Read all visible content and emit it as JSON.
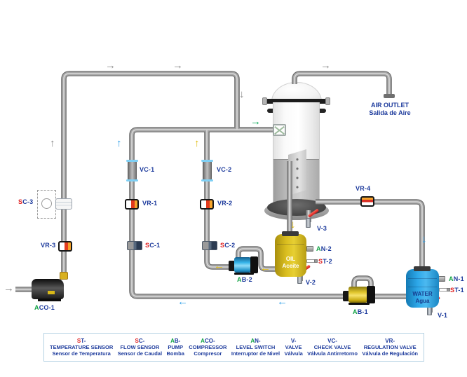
{
  "air_outlet": {
    "line1": "AIR OUTLET",
    "line2": "Salida de Aire"
  },
  "components": {
    "sc3": {
      "prefix": "S",
      "rest": "C-3"
    },
    "vr3": {
      "label": "VR-3"
    },
    "aco1": {
      "prefix": "A",
      "rest": "CO-1"
    },
    "vc1": {
      "label": "VC-1"
    },
    "vc2": {
      "label": "VC-2"
    },
    "vr1": {
      "label": "VR-1"
    },
    "vr2": {
      "label": "VR-2"
    },
    "sc1": {
      "prefix": "S",
      "rest": "C-1"
    },
    "sc2": {
      "prefix": "S",
      "rest": "C-2"
    },
    "vr4": {
      "label": "VR-4"
    },
    "v1": {
      "label": "V-1"
    },
    "v2": {
      "label": "V-2"
    },
    "v3": {
      "label": "V-3"
    },
    "an1": {
      "prefix": "A",
      "rest": "N-1"
    },
    "an2": {
      "prefix": "A",
      "rest": "N-2"
    },
    "st1": {
      "prefix": "S",
      "rest": "T-1"
    },
    "st2": {
      "prefix": "S",
      "rest": "T-2"
    },
    "ab1": {
      "prefix": "A",
      "rest": "B-1"
    },
    "ab2": {
      "prefix": "A",
      "rest": "B-2"
    }
  },
  "tanks": {
    "oil": {
      "name": "OIL",
      "name_es": "Aceite"
    },
    "water": {
      "name": "WATER",
      "name_es": "Agua"
    }
  },
  "legend": {
    "items": [
      {
        "code_prefix": "S",
        "code_rest": "T-",
        "en": "TEMPERATURE SENSOR",
        "es": "Sensor de Temperatura"
      },
      {
        "code_prefix": "S",
        "code_rest": "C-",
        "en": "FLOW SENSOR",
        "es": "Sensor de Caudal"
      },
      {
        "code_prefix": "A",
        "code_rest": "B-",
        "en": "PUMP",
        "es": "Bomba"
      },
      {
        "code_prefix": "A",
        "code_rest": "CO-",
        "en": "COMPRESSOR",
        "es": "Compresor"
      },
      {
        "code_prefix": "A",
        "code_rest": "N-",
        "en": "LEVEL SWITCH",
        "es": "Interruptor de Nivel"
      },
      {
        "code_prefix": "",
        "code_rest": "V-",
        "en": "VALVE",
        "es": "Válvula"
      },
      {
        "code_prefix": "",
        "code_rest": "VC-",
        "en": "CHECK VALVE",
        "es": "Válvula Antirretorno"
      },
      {
        "code_prefix": "",
        "code_rest": "VR-",
        "en": "REGULATION VALVE",
        "es": "Válvula de Regulación"
      }
    ]
  },
  "icons": {
    "arrow_right": "→",
    "arrow_left": "←",
    "arrow_up": "↑",
    "arrow_down": "↓"
  },
  "colors": {
    "label_navy": "#1c3a9c",
    "letter_red": "#e01f1f",
    "letter_green": "#12a344",
    "arrow_blue": "#2e9fe8",
    "arrow_yellow": "#dfbc10",
    "arrow_green": "#00a651",
    "arrow_gray": "#8a8a8a",
    "oil_tank": "#d9bd1e",
    "water_tank": "#2da7e8"
  }
}
